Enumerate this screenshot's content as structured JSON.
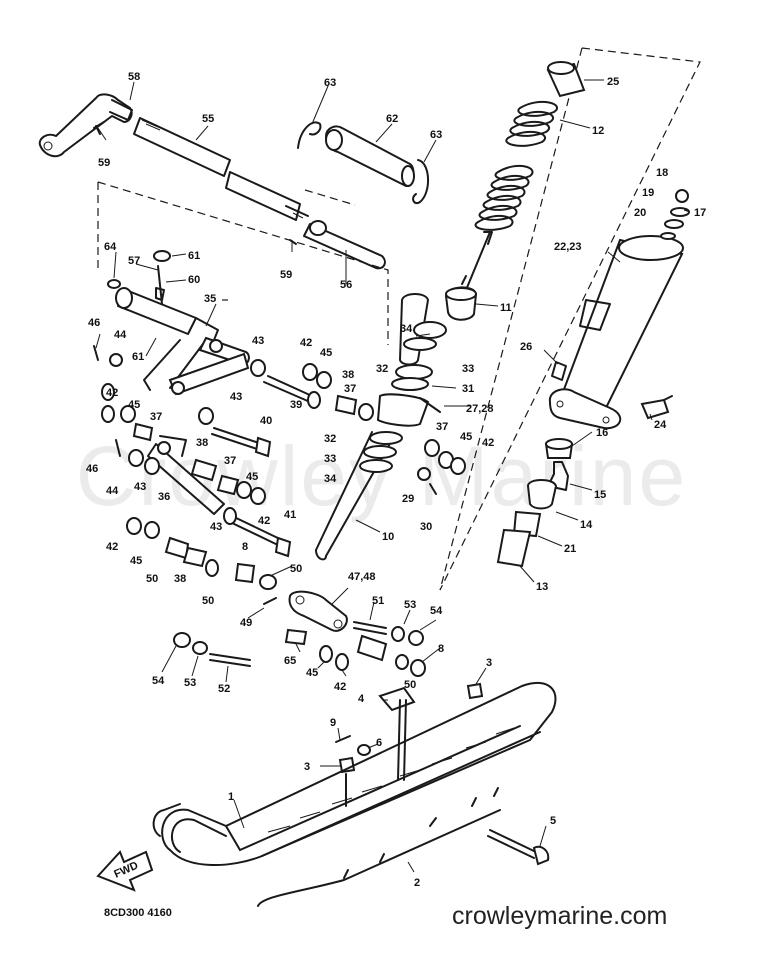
{
  "diagram": {
    "watermark": "Crowley Marine",
    "drawing_code": "8CD300 4160",
    "website": "crowleymarine.com",
    "arrow_label": "FWD",
    "callouts": {
      "c58": "58",
      "c59a": "59",
      "c55": "55",
      "c63a": "63",
      "c62": "62",
      "c63b": "63",
      "c25": "25",
      "c12": "12",
      "c18": "18",
      "c19": "19",
      "c17": "17",
      "c20": "20",
      "c2223": "22,23",
      "c64": "64",
      "c57": "57",
      "c61a": "61",
      "c60": "60",
      "c59b": "59",
      "c56": "56",
      "c11": "11",
      "c35": "35",
      "c46a": "46",
      "c44a": "44",
      "c61b": "61",
      "c43a": "43",
      "c42a": "42",
      "c45a": "45",
      "c34a": "34",
      "c32a": "32",
      "c33a": "33",
      "c26": "26",
      "c42b": "42",
      "c45b": "45",
      "c37a": "37",
      "c43b": "43",
      "c38a": "38",
      "c37b": "37",
      "c31": "31",
      "c2728": "27,28",
      "c24": "24",
      "c39": "39",
      "c40": "40",
      "c37c": "37",
      "c45c": "45",
      "c42c": "42",
      "c16": "16",
      "c32b": "32",
      "c33b": "33",
      "c34b": "34",
      "c46b": "46",
      "c38b": "38",
      "c37d": "37",
      "c44b": "44",
      "c43c": "43",
      "c45d": "45",
      "c29": "29",
      "c15": "15",
      "c36": "36",
      "c42d": "42",
      "c30": "30",
      "c14": "14",
      "c43d": "43",
      "c41": "41",
      "c10": "10",
      "c21": "21",
      "c42e": "42",
      "c45e": "45",
      "c8a": "8",
      "c50a": "50",
      "c38c": "38",
      "c50b": "50",
      "c50c": "50",
      "c13": "13",
      "c4748": "47,48",
      "c51": "51",
      "c53a": "53",
      "c54a": "54",
      "c49": "49",
      "c65": "65",
      "c45f": "45",
      "c42f": "42",
      "c8b": "8",
      "c54b": "54",
      "c53b": "53",
      "c52": "52",
      "c50d": "50",
      "c3a": "3",
      "c4": "4",
      "c9": "9",
      "c6": "6",
      "c3b": "3",
      "c1": "1",
      "c5": "5",
      "c2": "2"
    }
  }
}
